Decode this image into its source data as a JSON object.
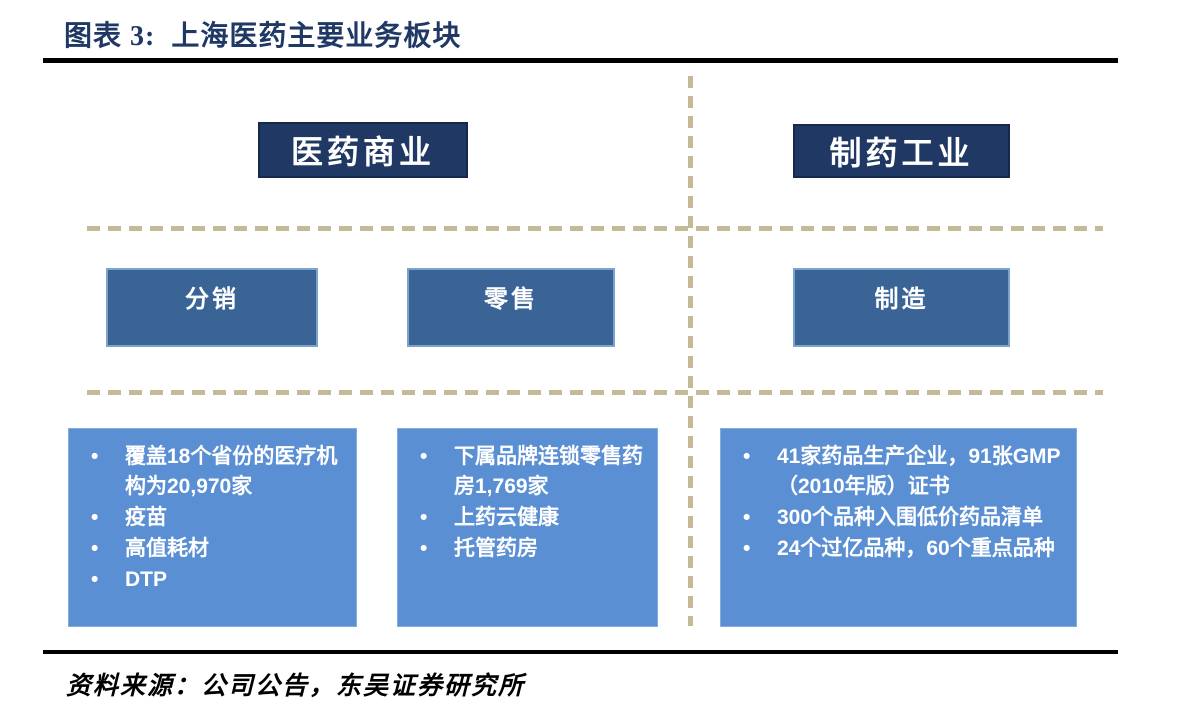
{
  "figure": {
    "title": "图表 3:  上海医药主要业务板块",
    "source": "资料来源：公司公告，东吴证券研究所"
  },
  "colors": {
    "title_text": "#1f3864",
    "header_box_bg": "#1f3864",
    "header_box_border": "#16294a",
    "mid_box_bg": "#3a6496",
    "mid_box_border": "#7ba3cd",
    "detail_box_bg": "#5b8fd4",
    "detail_box_border": "#82aede",
    "dashed_line": "#c5ba98",
    "rule": "#000000",
    "box_text": "#ffffff"
  },
  "diagram": {
    "branches": [
      {
        "header": "医药商业"
      },
      {
        "header": "制药工业"
      }
    ],
    "mid_boxes": [
      {
        "label": "分销"
      },
      {
        "label": "零售"
      },
      {
        "label": "制造"
      }
    ],
    "detail_boxes": [
      {
        "items": [
          "覆盖18个省份的医疗机构为20,970家",
          "疫苗",
          "高值耗材",
          "DTP"
        ]
      },
      {
        "items": [
          "下属品牌连锁零售药房1,769家",
          "上药云健康",
          "托管药房"
        ]
      },
      {
        "items": [
          "41家药品生产企业，91张GMP（2010年版）证书",
          "300个品种入围低价药品清单",
          "24个过亿品种，60个重点品种"
        ]
      }
    ]
  }
}
